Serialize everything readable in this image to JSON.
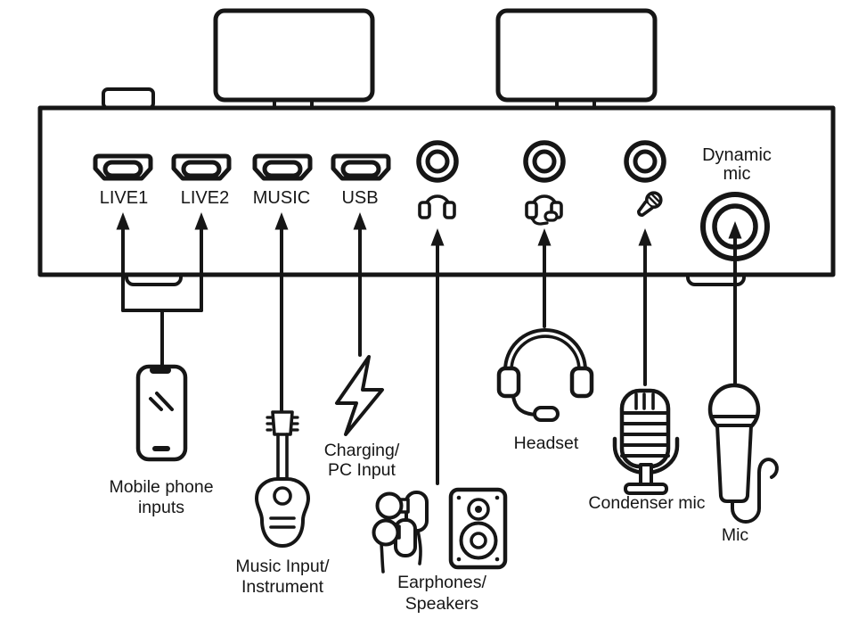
{
  "colors": {
    "ink": "#161616",
    "background": "#ffffff"
  },
  "panel": {
    "ports": [
      {
        "id": "live1",
        "label": "LIVE1"
      },
      {
        "id": "live2",
        "label": "LIVE2"
      },
      {
        "id": "music",
        "label": "MUSIC"
      },
      {
        "id": "usb",
        "label": "USB"
      }
    ],
    "jacks": [
      "earphones-jack",
      "headset-jack",
      "microphone-jack"
    ],
    "dynamic_mic_label": {
      "line1": "Dynamic",
      "line2": "mic"
    }
  },
  "legend": {
    "mobile_phone": {
      "line1": "Mobile phone",
      "line2": "inputs"
    },
    "music_input": {
      "line1": "Music Input/",
      "line2": "Instrument"
    },
    "charging": {
      "line1": "Charging/",
      "line2": "PC Input"
    },
    "earphones": {
      "line1": "Earphones/",
      "line2": "Speakers"
    },
    "headset": {
      "label": "Headset"
    },
    "condenser_mic": {
      "label": "Condenser mic"
    },
    "mic": {
      "label": "Mic"
    }
  }
}
